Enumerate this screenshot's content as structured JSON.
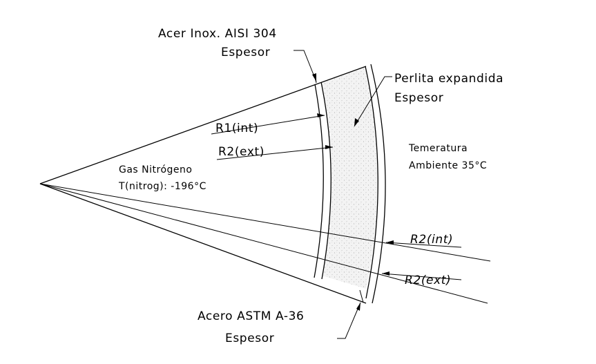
{
  "labels": {
    "acer_inox": "Acer Inox. AISI 304",
    "espesor_top": "Espesor",
    "perlita": "Perlita expandida",
    "espesor_perlita": "Espesor",
    "r1_int": "R1(int)",
    "r2_ext_inner": "R2(ext)",
    "gas": "Gas Nitrógeno",
    "temp_nitrog": "T(nitrog): -196°C",
    "temeratura": "Temeratura",
    "ambiente": "Ambiente 35°C",
    "r2_int_outer": "R2(int)",
    "r2_ext_outer": "R2(ext)",
    "acero_astm": "Acero ASTM A-36",
    "espesor_bottom": "Espesor"
  }
}
